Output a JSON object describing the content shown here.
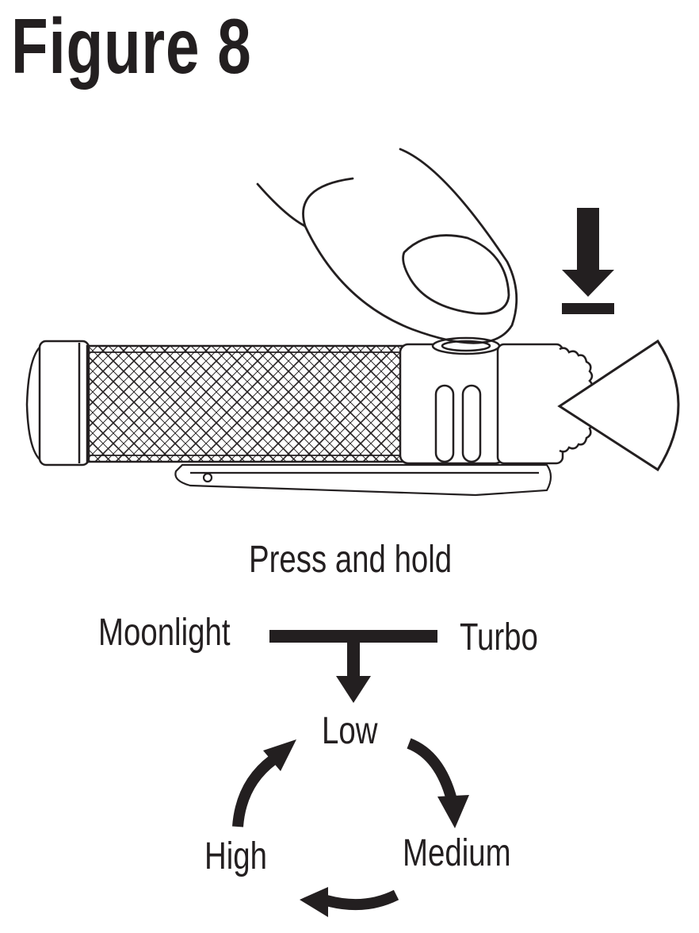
{
  "figure": {
    "title": "Figure 8"
  },
  "diagram": {
    "action_label": "Press and hold",
    "start_modes": [
      "Moonlight",
      "Turbo"
    ],
    "cycle_modes": [
      "Low",
      "Medium",
      "High"
    ]
  },
  "icons": {
    "press": "down-arrow-icon",
    "hand": "finger-icon",
    "device": "flashlight-icon",
    "beam": "light-beam-icon"
  },
  "colors": {
    "ink": "#231f20",
    "background": "#ffffff"
  }
}
